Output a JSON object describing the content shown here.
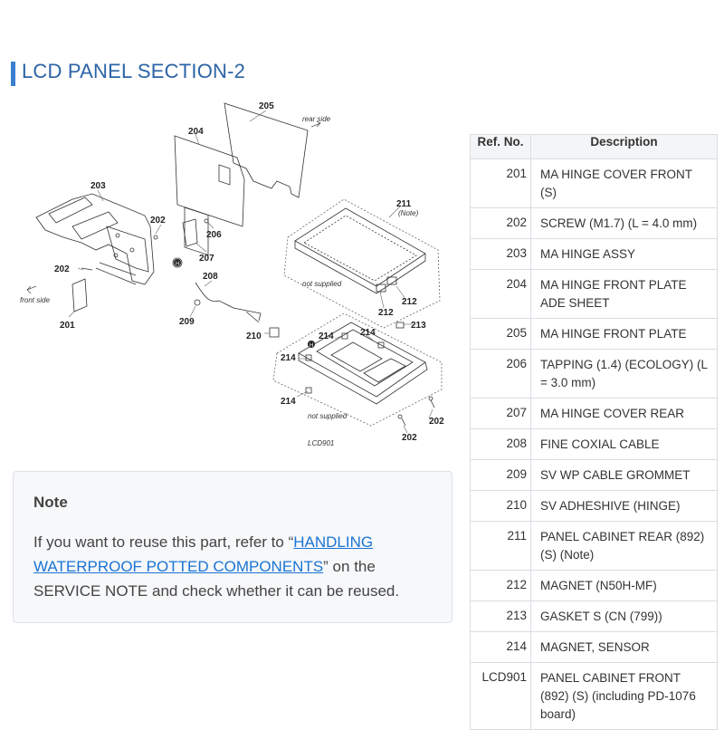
{
  "page": {
    "title": "LCD PANEL SECTION-2"
  },
  "diagram": {
    "callouts": [
      "205",
      "204",
      "203",
      "202",
      "206",
      "207",
      "208",
      "202",
      "201",
      "209",
      "211",
      "212",
      "212",
      "210",
      "213",
      "214",
      "214",
      "214",
      "214",
      "202",
      "202"
    ],
    "annotations": {
      "rear_side": "rear side",
      "front_side": "front side",
      "note": "(Note)",
      "not_supplied_1": "not supplied",
      "not_supplied_2": "not supplied",
      "lcd901": "LCD901",
      "marker_h": "H"
    }
  },
  "note": {
    "heading": "Note",
    "text_before": "If you want to reuse this part, refer to “",
    "link_text": "HANDLING WATERPROOF POTTED COMPONENTS",
    "text_after": "” on the SERVICE NOTE and check whether it can be reused."
  },
  "table": {
    "headers": [
      "Ref. No.",
      "Description"
    ],
    "rows": [
      {
        "ref": "201",
        "desc": "MA HINGE COVER FRONT (S)"
      },
      {
        "ref": "202",
        "desc": "SCREW (M1.7) (L = 4.0 mm)"
      },
      {
        "ref": "203",
        "desc": "MA HINGE ASSY"
      },
      {
        "ref": "204",
        "desc": "MA HINGE FRONT PLATE ADE SHEET"
      },
      {
        "ref": "205",
        "desc": "MA HINGE FRONT PLATE"
      },
      {
        "ref": "206",
        "desc": "TAPPING (1.4) (ECOLOGY) (L = 3.0 mm)"
      },
      {
        "ref": "207",
        "desc": "MA HINGE COVER REAR"
      },
      {
        "ref": "208",
        "desc": "FINE COXIAL CABLE"
      },
      {
        "ref": "209",
        "desc": "SV WP CABLE GROMMET"
      },
      {
        "ref": "210",
        "desc": "SV ADHESHIVE (HINGE)"
      },
      {
        "ref": "211",
        "desc": "PANEL CABINET REAR (892) (S) (Note)"
      },
      {
        "ref": "212",
        "desc": "MAGNET (N50H-MF)"
      },
      {
        "ref": "213",
        "desc": "GASKET S (CN (799))"
      },
      {
        "ref": "214",
        "desc": "MAGNET, SENSOR"
      },
      {
        "ref": "LCD901",
        "desc": "PANEL CABINET FRONT (892) (S) (including PD-1076 board)"
      }
    ]
  }
}
